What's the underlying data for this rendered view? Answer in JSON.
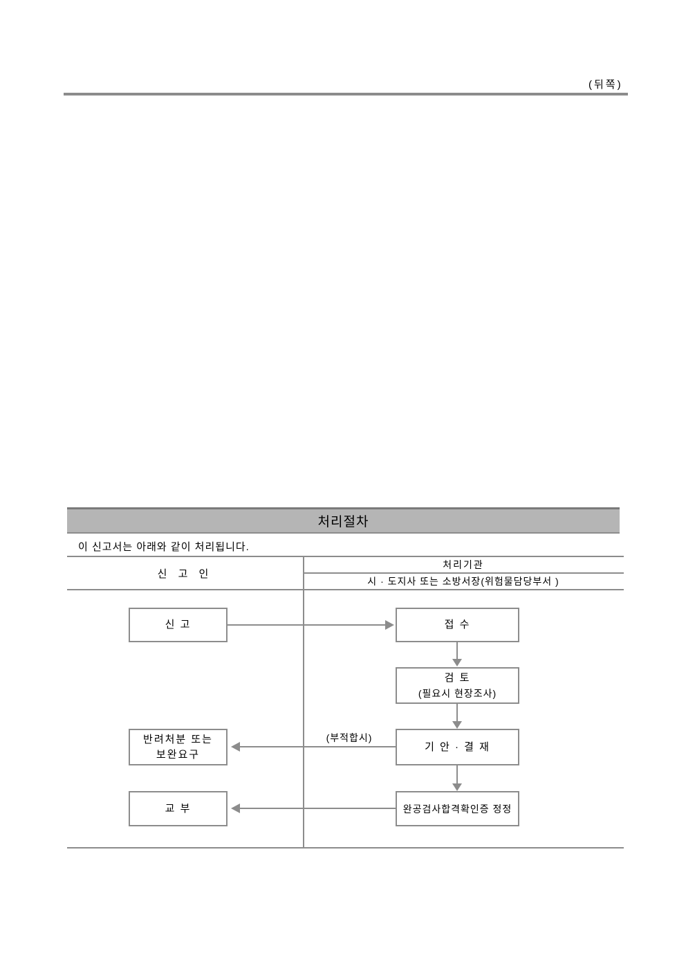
{
  "colors": {
    "line_gray": "#8c8c8c",
    "bar_fill": "#b5b5b5",
    "bar_edge": "#7a7a7a",
    "text": "#000000"
  },
  "page": {
    "back_label": "(뒤쪽)"
  },
  "procedure": {
    "title": "처리절차",
    "intro": "이 신고서는 아래와 같이 처리됩니다.",
    "columns": {
      "applicant": "신 고 인",
      "agency": "처리기관",
      "agency_detail": "시 · 도지사  또는  소방서장(위험물담당부서 )"
    },
    "flow": {
      "report": "신  고",
      "receipt": "접  수",
      "review_line1": "검  토",
      "review_line2": "(필요시  현장조사)",
      "reject_line1": "반려처분  또는",
      "reject_line2": "보완요구",
      "draft_approval": "기 안  ·  결 재",
      "issue": "교  부",
      "certificate": "완공검사합격확인증  정정",
      "unfit_label": "(부적합시)"
    }
  }
}
